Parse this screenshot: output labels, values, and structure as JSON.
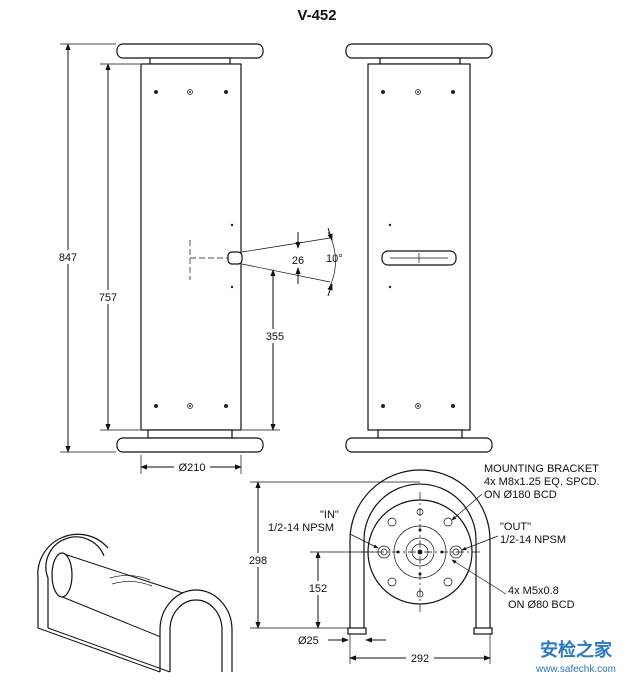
{
  "title": "V-452",
  "dimensions": {
    "overall_height": "847",
    "body_height": "757",
    "port_height": "355",
    "slot_width": "26",
    "slot_angle": "10°",
    "diameter": "Ø210",
    "end_height": "298",
    "center_height": "152",
    "foot_diameter": "Ø25",
    "width": "292"
  },
  "notes": {
    "mounting_line1": "MOUNTING BRACKET",
    "mounting_line2": "4x M8x1.25 EQ. SPCD.",
    "mounting_line3": "ON Ø180 BCD",
    "in_line1": "\"IN\"",
    "in_line2": "1/2-14 NPSM",
    "out_line1": "\"OUT\"",
    "out_line2": "1/2-14 NPSM",
    "m5_line1": "4x M5x0.8",
    "m5_line2": "ON Ø80 BCD"
  },
  "watermark": {
    "logo_text": "安检之家",
    "url": "www.safechk.com",
    "color": "#2b78c4"
  }
}
